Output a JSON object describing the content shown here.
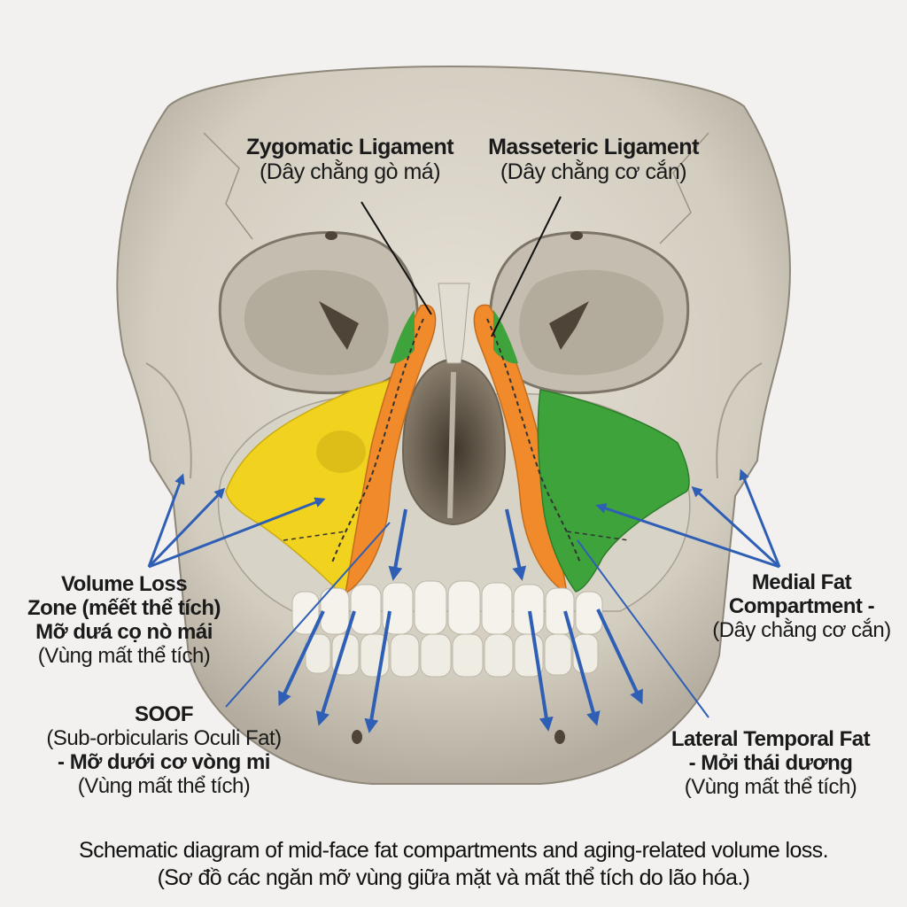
{
  "labels": {
    "zygomatic": {
      "title": "Zygomatic Ligament",
      "subtitle": "(Dây chằng gò má)"
    },
    "masseteric": {
      "title": "Masseteric Ligament",
      "subtitle": "(Dây chằng cơ cắn)"
    },
    "volume_loss": {
      "line1": "Volume Loss",
      "line2": "Zone (mếết thể tích)",
      "line3": "Mỡ dưá cọ nò mái",
      "line4": "(Vùng mất thể tích)"
    },
    "soof": {
      "line1": "SOOF",
      "line2": "(Sub-orbicularis Oculi Fat)",
      "line3": "- Mỡ dưới cơ vòng mi",
      "line4": "(Vùng mất thể tích)"
    },
    "medial_fat": {
      "line1": "Medial Fat",
      "line2": "Compartment -",
      "line3": "(Dây chằng cơ cắn)"
    },
    "lateral_temporal": {
      "line1": "Lateral Temporal Fat",
      "line2": "- Mởi thái dương",
      "line3": "(Vùng mất thể tích)"
    }
  },
  "caption": {
    "line1": "Schematic diagram of mid-face fat compartments and aging-related volume loss.",
    "line2": "(Sơ đồ các ngăn mỡ vùng giữa mặt và mất thể tích do lão hóa.)"
  },
  "colors": {
    "bone": "#d8d3c7",
    "bone_shadow": "#a9a294",
    "cavity": "#4e4437",
    "yellow_fat": "#f1d21f",
    "orange_fat": "#f08a2b",
    "green_fat": "#3fa33c",
    "arrow": "#2f5fb5",
    "teeth": "#f4f2ea"
  }
}
